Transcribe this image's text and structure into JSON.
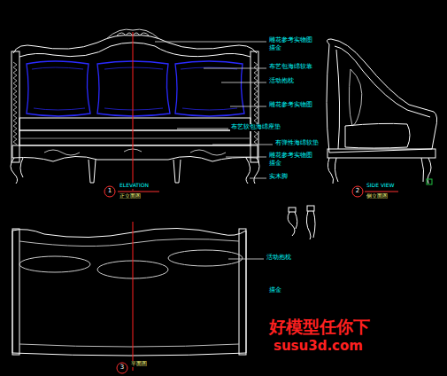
{
  "diagram": {
    "labels": [
      "雕花参考实物图",
      "描金",
      "布艺包海绵软靠",
      "活动抱枕",
      "雕花参考实物图",
      "布艺软包海绵座垫",
      "有弹性海绵软垫",
      "雕花参考实物图",
      "描金",
      "实木脚",
      "1",
      "ELEVATION",
      "正立面图",
      "2",
      "SIDE VIEW",
      "侧立面图",
      "活动抱枕",
      "描金",
      "3",
      "平面图",
      "好模型任你下",
      "susu3d.com"
    ]
  }
}
